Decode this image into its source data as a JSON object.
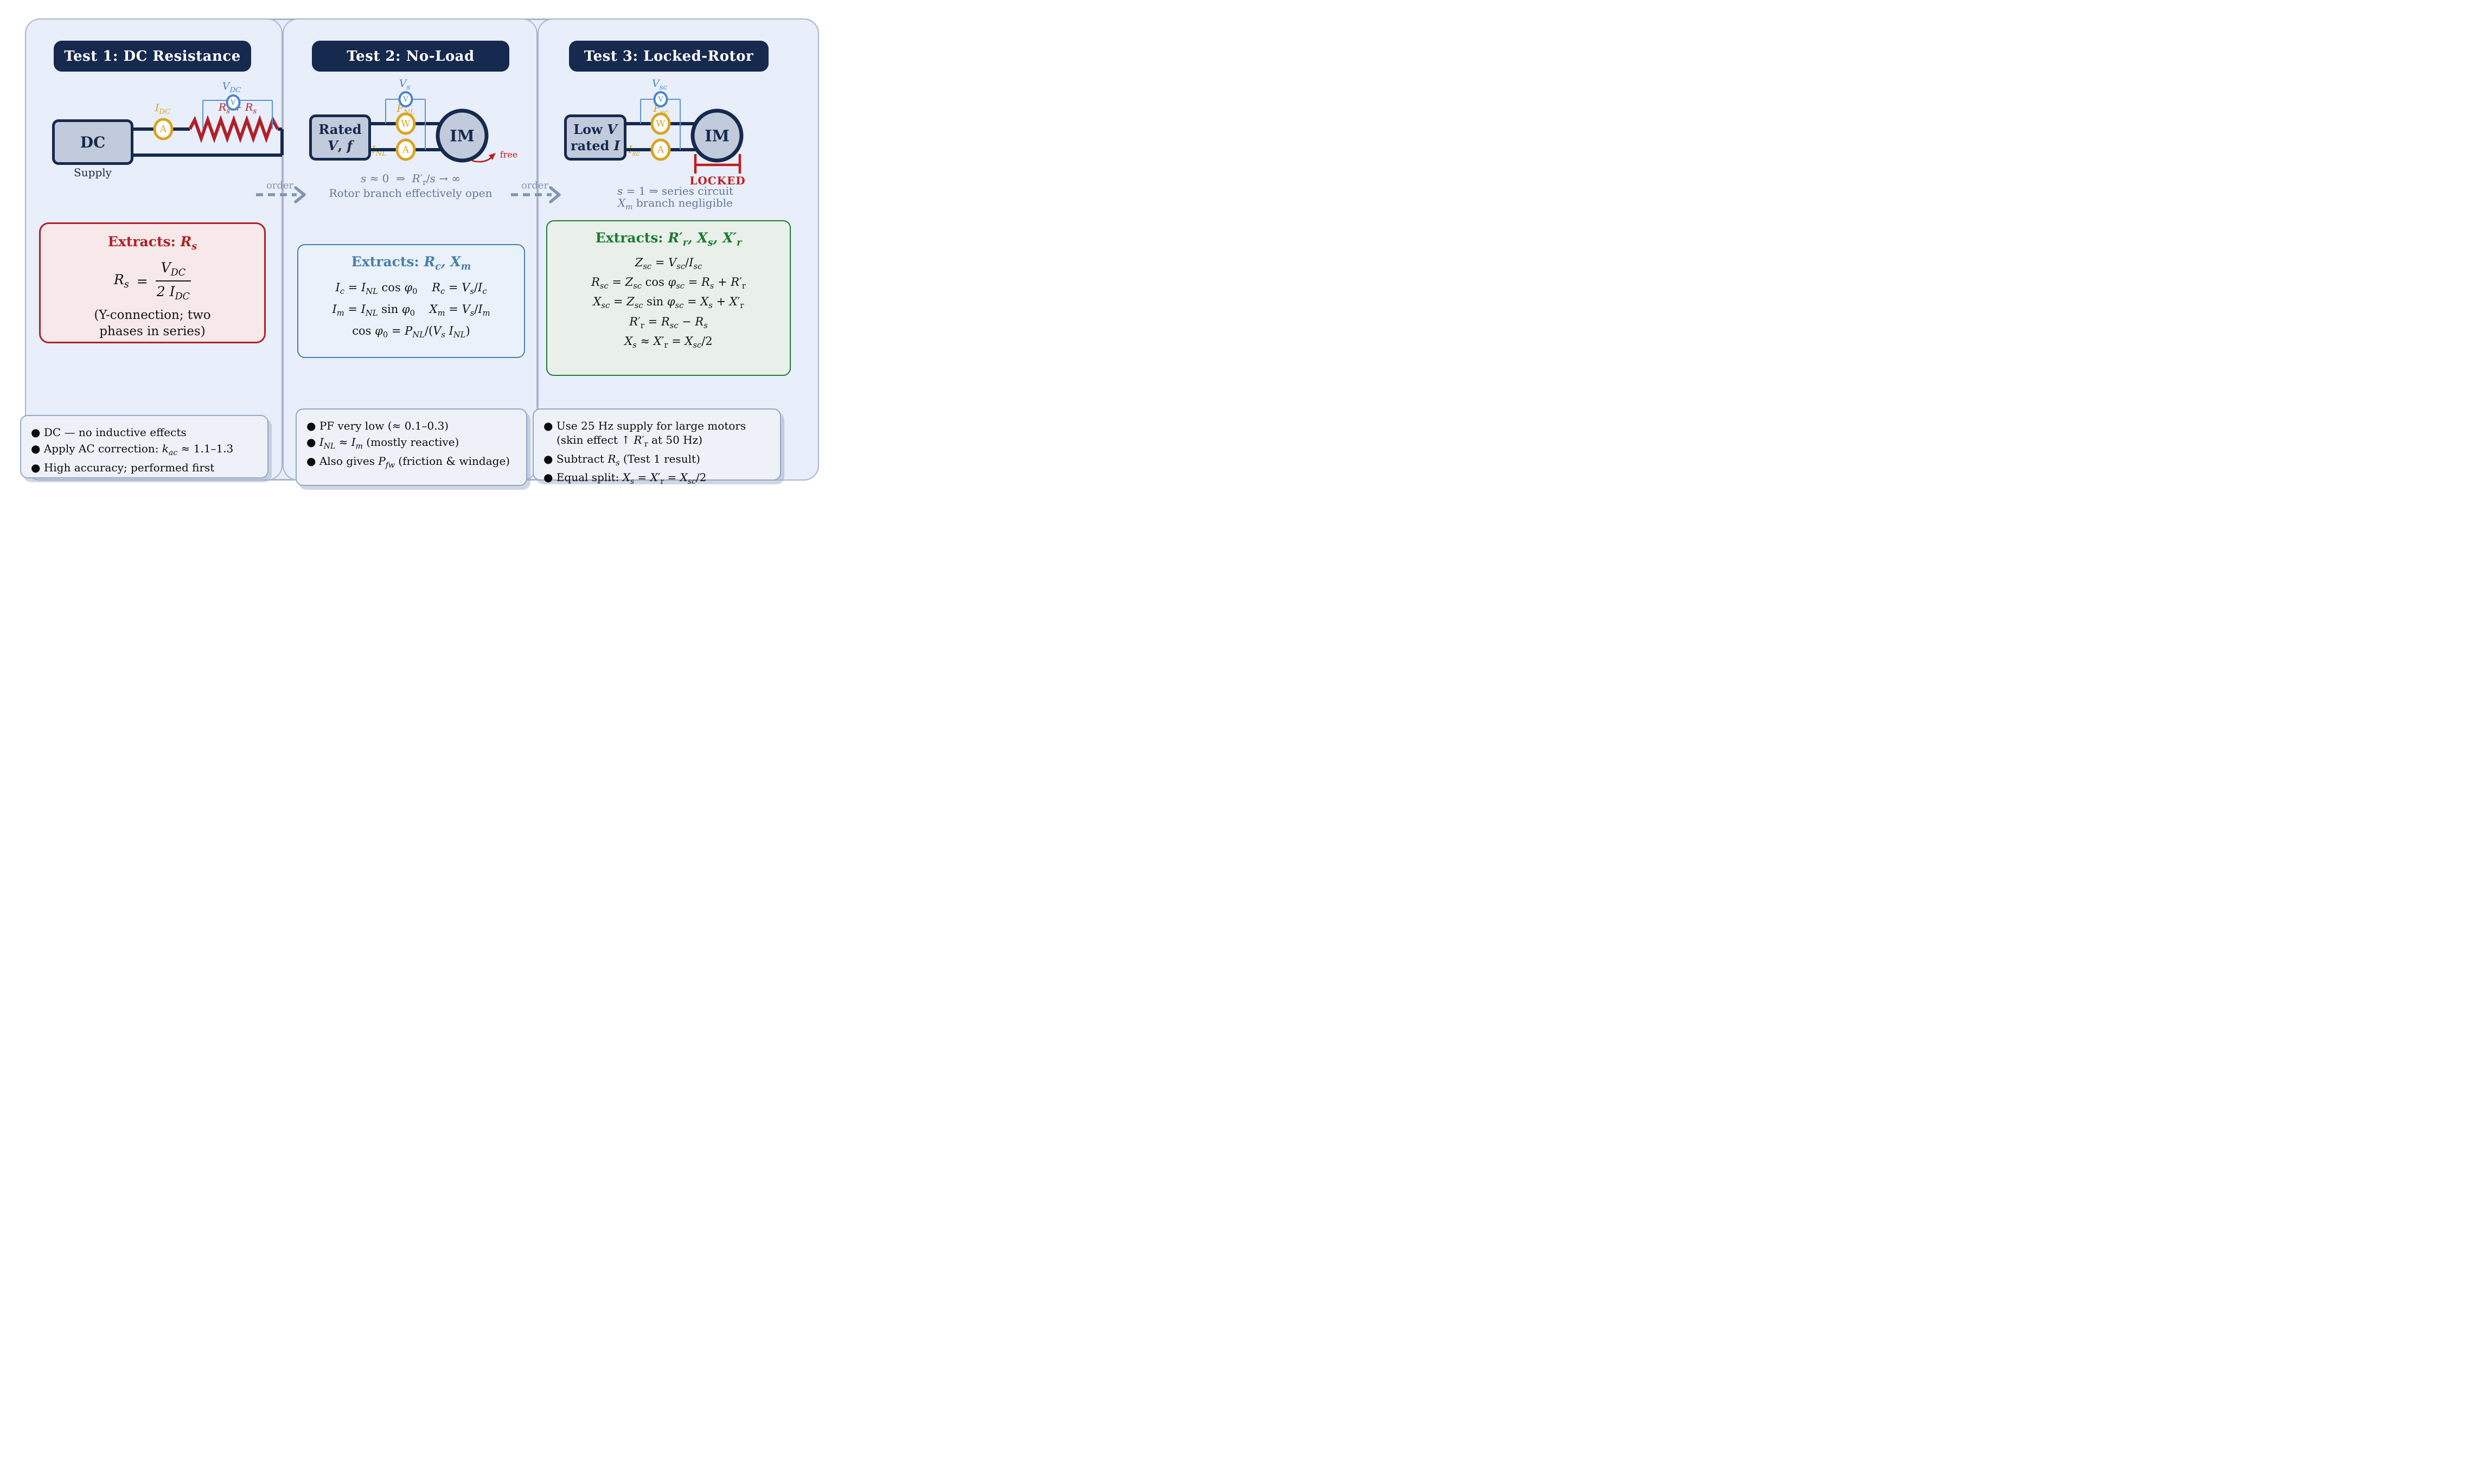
{
  "colors": {
    "navy": "#16294e",
    "panel_fill": "#e8eefa",
    "panel_border": "#a8b6cc",
    "gold": "#d9a41f",
    "meter_blue": "#4a86c8",
    "resistor_red": "#b02028",
    "bright_red": "#bf1d1d",
    "green": "#1e7b33",
    "steel_blue": "#4a7fab",
    "slate": "#64789a",
    "machine_fill": "#c2cbdb",
    "note_fill": "#eef1f7"
  },
  "order": {
    "label": "order"
  },
  "panels": [
    {
      "title": "Test 1: DC Resistance",
      "source": {
        "name": "DC",
        "caption": "Supply"
      },
      "meters": {
        "ammeter": "A",
        "voltmeter": "V"
      },
      "labels": {
        "current": "I<sub>DC</sub>",
        "voltage": "V<sub>DC</sub>",
        "resistor": "R<sub>s</sub> + R<sub>s</sub>"
      },
      "extracts": {
        "heading": "Extracts:",
        "params": "R<sub>s</sub>",
        "formula_lhs": "R<sub>s</sub>",
        "formula_eq": "=",
        "formula_num": "V<sub>DC</sub>",
        "formula_den": "2 I<sub>DC</sub>",
        "note": "(Y-connection; two<br>phases in series)"
      },
      "notes": [
        "DC — no inductive effects",
        "Apply AC correction: <i>k<sub>ac</sub></i> ≈ 1.1–1.3",
        "High accuracy; performed first"
      ]
    },
    {
      "title": "Test 2: No-Load",
      "source": {
        "line1": "Rated",
        "line2": "<i>V</i>, <i>f</i>"
      },
      "meters": {
        "voltmeter": "V",
        "wattmeter": "W",
        "ammeter": "A"
      },
      "labels": {
        "voltage": "V<sub>s</sub>",
        "power": "P<sub>NL</sub>",
        "current": "I<sub>NL</sub>",
        "machine": "IM",
        "free": "free"
      },
      "captions": [
        "<i>s</i> ≈ 0&nbsp; ⇒ &nbsp;<i>R</i>′<sub>r</sub>/<i>s</i> → ∞",
        "Rotor branch effectively open"
      ],
      "extracts": {
        "heading": "Extracts:",
        "params": "R<sub>c</sub>, X<sub>m</sub>",
        "rows": [
          "<i>I<sub>c</sub></i> = <i>I<sub>NL</sub></i> cos <i>φ</i><sub>0</sub>&nbsp;&nbsp;&nbsp;&nbsp;<i>R<sub>c</sub></i> = <i>V<sub>s</sub></i>/<i>I<sub>c</sub></i>",
          "<i>I<sub>m</sub></i> = <i>I<sub>NL</sub></i> sin <i>φ</i><sub>0</sub>&nbsp;&nbsp;&nbsp;&nbsp;<i>X<sub>m</sub></i> = <i>V<sub>s</sub></i>/<i>I<sub>m</sub></i>",
          "cos <i>φ</i><sub>0</sub> = <i>P<sub>NL</sub></i>/(<i>V<sub>s</sub></i> <i>I<sub>NL</sub></i>)"
        ]
      },
      "notes": [
        "PF very low (≈ 0.1–0.3)",
        "<i>I<sub>NL</sub></i> ≈ <i>I<sub>m</sub></i> (mostly reactive)",
        "Also gives <i>P<sub>fw</sub></i> (friction &amp; windage)"
      ]
    },
    {
      "title": "Test 3: Locked-Rotor",
      "source": {
        "line1": "Low <i>V</i>",
        "line2": "rated <i>I</i>"
      },
      "meters": {
        "voltmeter": "V",
        "wattmeter": "W",
        "ammeter": "A"
      },
      "labels": {
        "voltage": "V<sub>sc</sub>",
        "power": "P<sub>sc</sub>",
        "current": "I<sub>sc</sub>",
        "machine": "IM",
        "locked": "LOCKED"
      },
      "captions": [
        "<i>s</i> = 1 ⇒ series circuit",
        "<i>X<sub>m</sub></i> branch negligible"
      ],
      "extracts": {
        "heading": "Extracts:",
        "params": "R′<sub>r</sub>, X<sub>s</sub>, X′<sub>r</sub>",
        "rows": [
          "<i>Z<sub>sc</sub></i> = <i>V<sub>sc</sub></i>/<i>I<sub>sc</sub></i>",
          "<i>R<sub>sc</sub></i> = <i>Z<sub>sc</sub></i> cos <i>φ<sub>sc</sub></i> = <i>R<sub>s</sub></i> + <i>R</i>′<sub>r</sub>",
          "<i>X<sub>sc</sub></i> = <i>Z<sub>sc</sub></i> sin <i>φ<sub>sc</sub></i> = <i>X<sub>s</sub></i> + <i>X</i>′<sub>r</sub>",
          "<i>R</i>′<sub>r</sub> = <i>R<sub>sc</sub></i> − <i>R<sub>s</sub></i>",
          "<i>X<sub>s</sub></i> ≈ <i>X</i>′<sub>r</sub> = <i>X<sub>sc</sub></i>/2"
        ]
      },
      "notes": [
        "Use 25 Hz supply for large motors (skin effect ↑ <i>R</i>′<sub>r</sub> at 50 Hz)",
        "Subtract <i>R<sub>s</sub></i> (Test 1 result)",
        "Equal split: <i>X<sub>s</sub></i> = <i>X</i>′<sub>r</sub> = <i>X<sub>sc</sub></i>/2"
      ]
    }
  ]
}
